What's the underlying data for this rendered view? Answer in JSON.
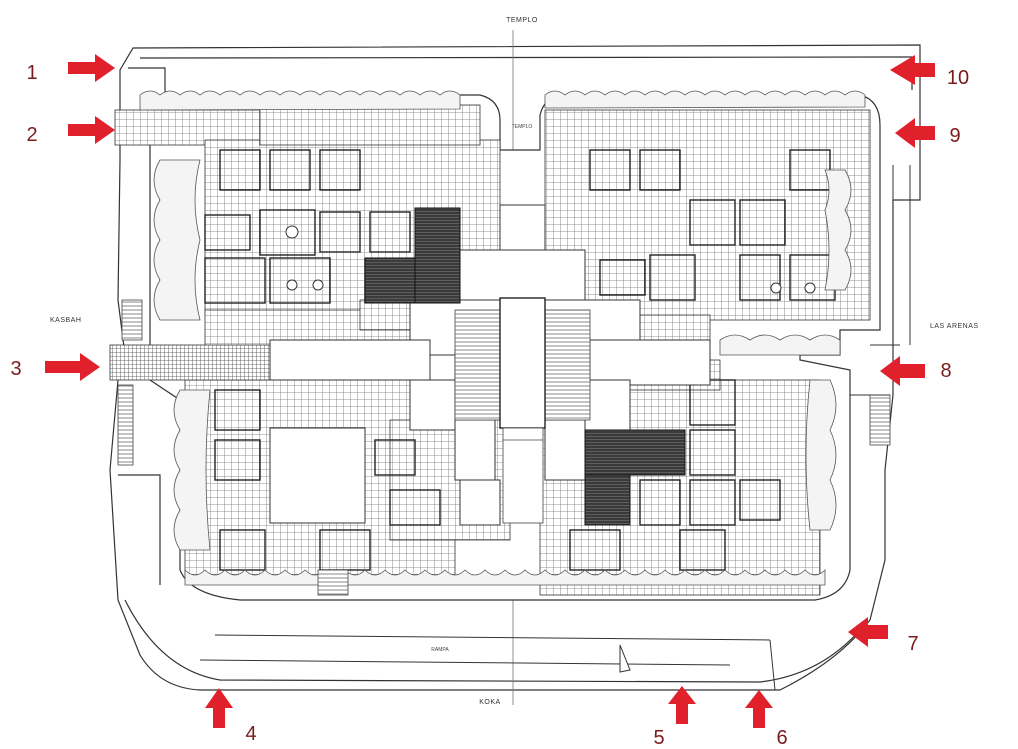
{
  "plan": {
    "labels": {
      "top": "TEMPLO",
      "top_inner": "TEMPLO",
      "left": "KASBAH",
      "right": "LAS ARENAS",
      "bottom": "KOKA",
      "ramp": "RAMPA"
    },
    "colors": {
      "arrow": "#e0202a",
      "marker_number": "#7a1c1c",
      "line": "#333333"
    }
  },
  "entrances": [
    {
      "number": "1",
      "direction": "right"
    },
    {
      "number": "2",
      "direction": "right"
    },
    {
      "number": "3",
      "direction": "right"
    },
    {
      "number": "4",
      "direction": "up"
    },
    {
      "number": "5",
      "direction": "up"
    },
    {
      "number": "6",
      "direction": "up"
    },
    {
      "number": "7",
      "direction": "left"
    },
    {
      "number": "8",
      "direction": "left"
    },
    {
      "number": "9",
      "direction": "left"
    },
    {
      "number": "10",
      "direction": "left"
    }
  ]
}
